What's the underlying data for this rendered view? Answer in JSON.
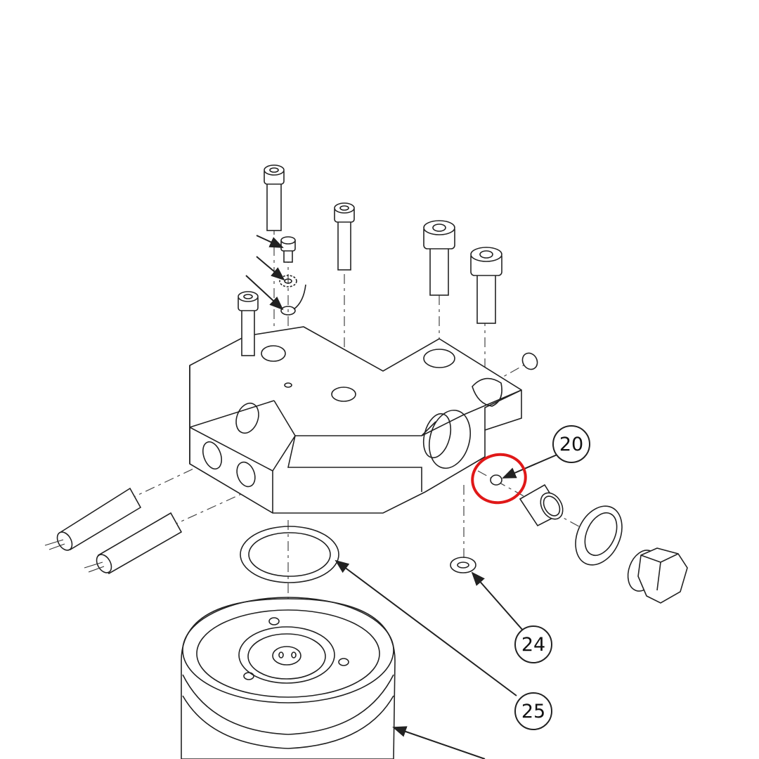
{
  "diagram": {
    "type": "exploded-isometric-assembly-drawing",
    "background_color": "#ffffff",
    "line_color": "#222222",
    "highlight_color": "#e01818",
    "callouts": [
      {
        "id": "20",
        "label": "20",
        "points_to": "small-set-screw-fitting"
      },
      {
        "id": "24",
        "label": "24",
        "points_to": "small-washer"
      },
      {
        "id": "25",
        "label": "25",
        "points_to": "o-ring-seal"
      }
    ],
    "highlight": {
      "target": "callout-20-part",
      "shape": "hand-drawn-circle"
    },
    "parts": [
      "socket-head-cap-screw",
      "small-cap-screw",
      "star-lock-washer",
      "ground-lug-with-wire",
      "manifold-block",
      "cartridge-heater",
      "hex-plug",
      "sleeve-bushing",
      "flat-washer",
      "o-ring-seal",
      "small-washer",
      "base-disc"
    ]
  }
}
